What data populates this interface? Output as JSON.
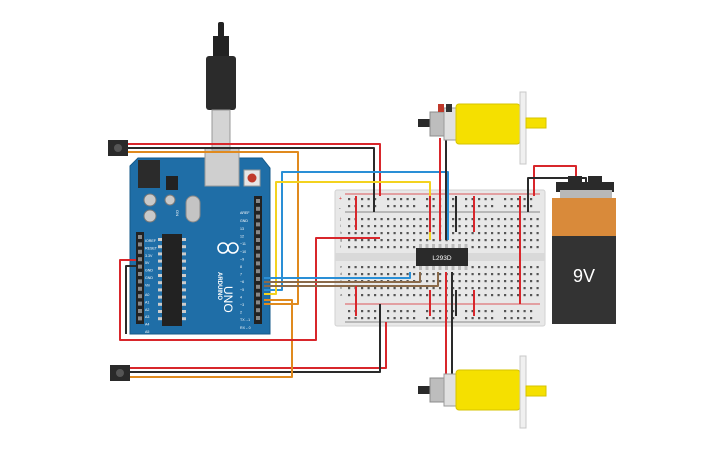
{
  "board": {
    "brand": "ARDUINO",
    "model": "UNO",
    "on_label": "ON",
    "aref_label": "AREF",
    "gnd_label": "GND",
    "digital_labels": [
      "13",
      "12",
      "~11",
      "~10",
      "~9",
      "8",
      "7",
      "~6",
      "~5",
      "4",
      "~3",
      "2",
      "TX→1",
      "RX←0"
    ],
    "power_labels": [
      "IOREF",
      "RESET",
      "3.3V",
      "5V",
      "GND",
      "GND",
      "Vin"
    ],
    "analog_labels": [
      "A0",
      "A1",
      "A2",
      "A3",
      "A4",
      "A5"
    ]
  },
  "chip": {
    "label": "L293D"
  },
  "battery": {
    "label": "9V"
  },
  "breadboard": {
    "row_letters_top": [
      "j",
      "i",
      "h",
      "g",
      "f"
    ],
    "row_letters_bottom": [
      "e",
      "d",
      "c",
      "b",
      "a"
    ],
    "rail_plus": "+",
    "rail_minus": "-"
  },
  "colors": {
    "board": "#1f6ea7",
    "wire_red": "#d8262b",
    "wire_black": "#2a2a2a",
    "wire_orange": "#e08a1e",
    "wire_blue": "#2a8fd6",
    "wire_yellow": "#f3d21f",
    "wire_brown": "#8a6a4a",
    "motor_yellow": "#f5e000",
    "battery_orange": "#d98a3a"
  }
}
